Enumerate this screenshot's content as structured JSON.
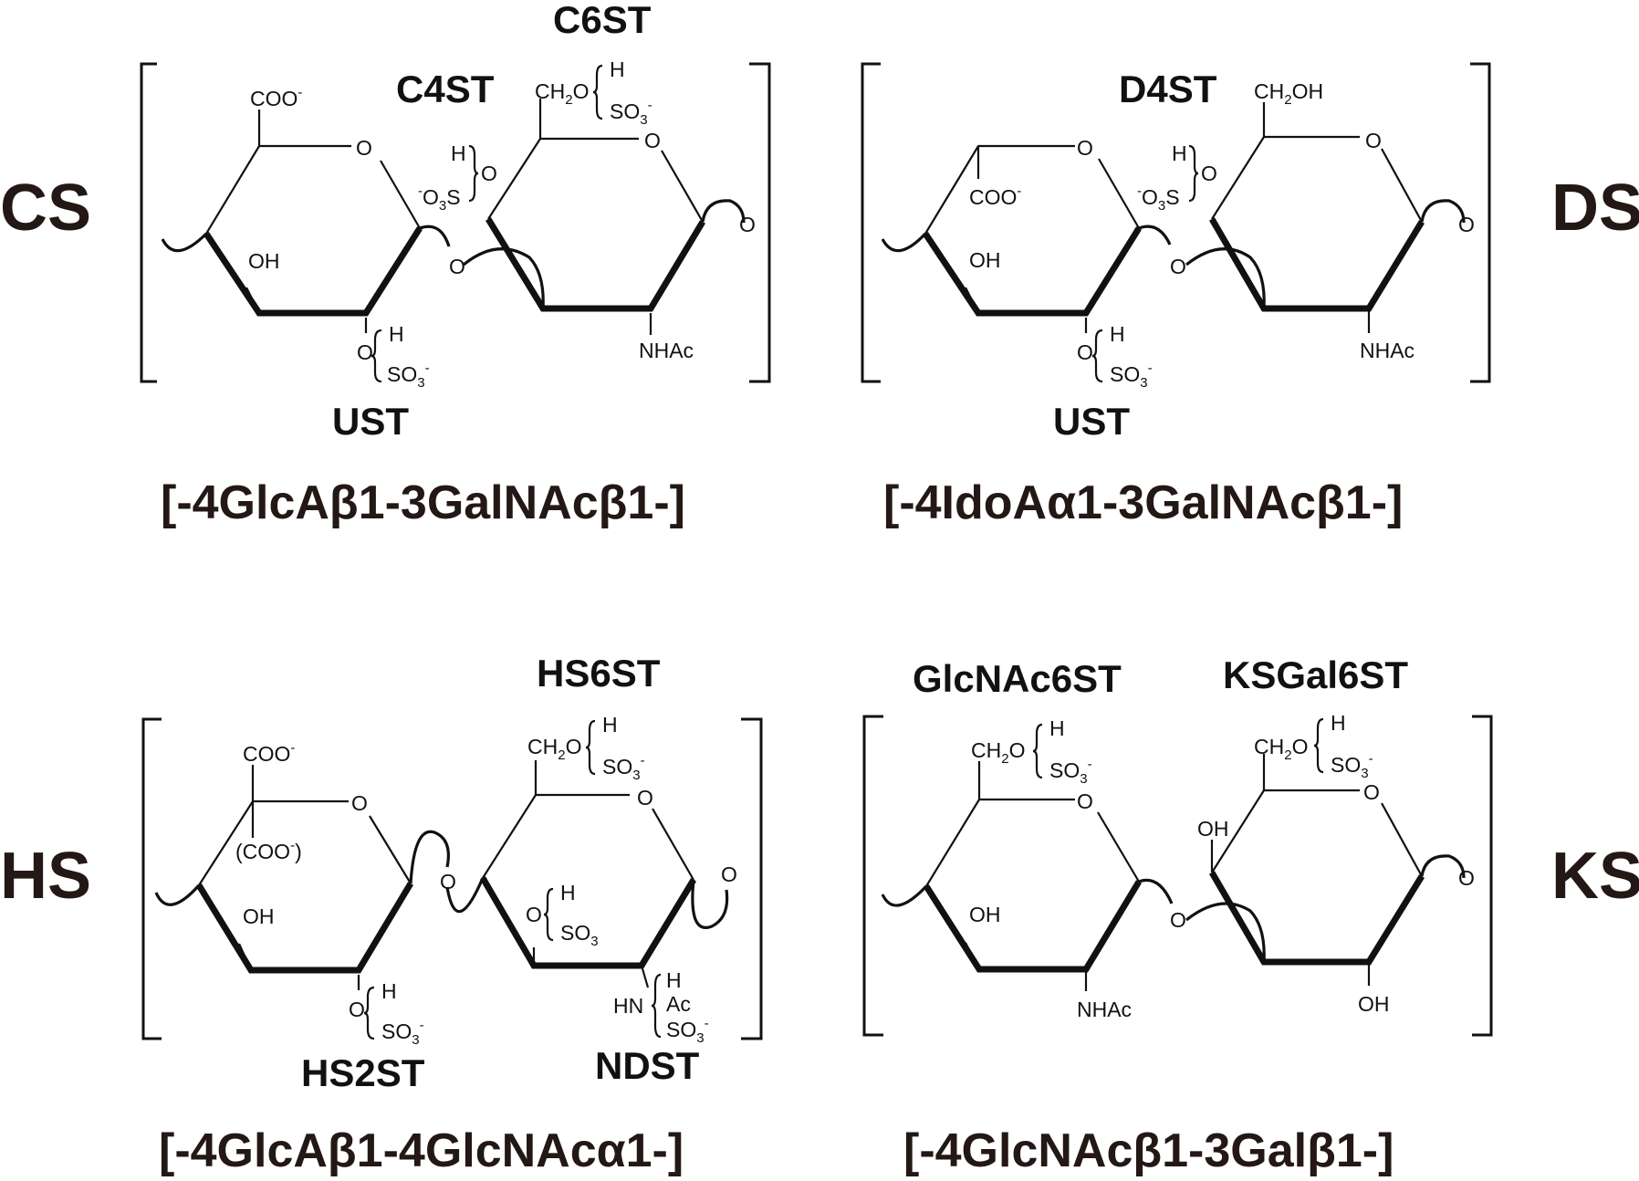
{
  "panels": {
    "cs": {
      "abbr": "CS",
      "formula": "[-4GlcAβ1-3GalNAcβ1-]",
      "enzymes": {
        "top": "C6ST",
        "mid": "C4ST",
        "bottom": "UST"
      },
      "ring1": {
        "coo": "COO",
        "coo_sup": "-",
        "ring_o": "O",
        "oh": "OH",
        "o2": "O",
        "h": "H",
        "so3": "SO",
        "so3_sub": "3",
        "so3_sup": "-",
        "link_o": "O"
      },
      "ring2": {
        "ch2o": "CH",
        "ch2o_sub": "2",
        "ch2o_o": "O",
        "h6": "H",
        "so3": "SO",
        "so3_sub": "3",
        "so3_sup": "-",
        "ring_o": "O",
        "h4": "H",
        "o4": "O",
        "o3s_sup": "-",
        "o3s": "O",
        "o3s_sub": "3",
        "o3s_s": "S",
        "nhac": "NHAc",
        "end_o": "O"
      }
    },
    "ds": {
      "abbr": "DS",
      "formula": "[-4IdoAα1-3GalNAcβ1-]",
      "enzymes": {
        "mid": "D4ST",
        "bottom": "UST"
      },
      "ring1": {
        "coo": "COO",
        "coo_sup": "-",
        "ring_o": "O",
        "oh": "OH",
        "o2": "O",
        "h": "H",
        "so3": "SO",
        "so3_sub": "3",
        "so3_sup": "-",
        "link_o": "O"
      },
      "ring2": {
        "ch2oh": "CH",
        "ch2oh_sub": "2",
        "ch2oh_end": "OH",
        "ring_o": "O",
        "h4": "H",
        "o4": "O",
        "o3s_sup": "-",
        "o3s": "O",
        "o3s_sub": "3",
        "o3s_s": "S",
        "nhac": "NHAc",
        "end_o": "O"
      }
    },
    "hs": {
      "abbr": "HS",
      "formula": "[-4GlcAβ1-4GlcNAcα1-]",
      "enzymes": {
        "top": "HS6ST",
        "bottom_left": "HS2ST",
        "bottom_right": "NDST"
      },
      "ring1": {
        "coo": "COO",
        "coo_sup": "-",
        "coo2": "(COO",
        "coo2_sup": "-",
        "coo2_end": ")",
        "ring_o": "O",
        "oh": "OH",
        "o2": "O",
        "h": "H",
        "so3": "SO",
        "so3_sub": "3",
        "so3_sup": "-",
        "link_o": "O"
      },
      "ring2": {
        "ch2o": "CH",
        "ch2o_sub": "2",
        "ch2o_o": "O",
        "h6": "H",
        "so3": "SO",
        "so3_sub": "3",
        "so3_sup": "-",
        "ring_o": "O",
        "o3": "O",
        "h3": "H",
        "so3b": "SO",
        "so3b_sub": "3",
        "hn": "HN",
        "hn_h": "H",
        "ac": "Ac",
        "so3c": "SO",
        "so3c_sub": "3",
        "so3c_sup": "-",
        "end_o": "O"
      }
    },
    "ks": {
      "abbr": "KS",
      "formula": "[-4GlcNAcβ1-3Galβ1-]",
      "enzymes": {
        "left": "GlcNAc6ST",
        "right": "KSGal6ST"
      },
      "ring1": {
        "ch2o": "CH",
        "ch2o_sub": "2",
        "ch2o_o": "O",
        "h6": "H",
        "so3": "SO",
        "so3_sub": "3",
        "so3_sup": "-",
        "ring_o": "O",
        "oh": "OH",
        "nhac": "NHAc",
        "link_o": "O"
      },
      "ring2": {
        "ch2o": "CH",
        "ch2o_sub": "2",
        "ch2o_o": "O",
        "h6": "H",
        "so3": "SO",
        "so3_sub": "3",
        "so3_sup": "-",
        "ring_o": "O",
        "oh4": "OH",
        "oh2": "OH",
        "end_o": "O"
      }
    }
  }
}
